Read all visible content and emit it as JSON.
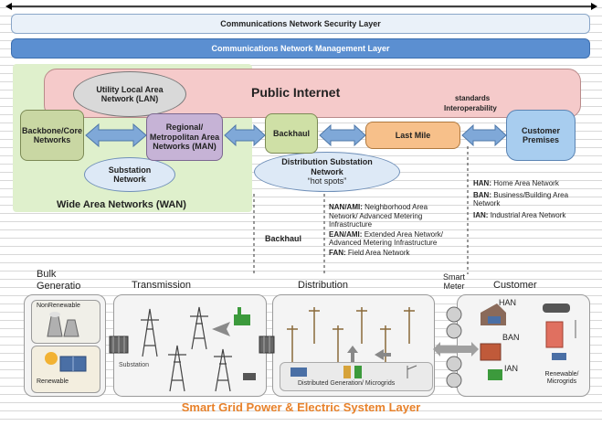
{
  "top_bars": {
    "security": "Communications Network Security Layer",
    "management": "Communications Network Management Layer"
  },
  "network": {
    "public_internet": "Public Internet",
    "standards": "standards",
    "interoperability": "Interoperability",
    "utility_lan": "Utility Local Area Network (LAN)",
    "backbone": "Backbone/Core Networks",
    "regional": "Regional/ Metropolitan Area Networks (MAN)",
    "backhaul_box": "Backhaul",
    "last_mile": "Last Mile",
    "customer_premises": "Customer Premises",
    "substation_network": "Substation Network",
    "distribution_substation": "Distribution Substation Network",
    "hot_spots": "“hot spots”",
    "wan": "Wide Area Networks (WAN)",
    "backhaul_label": "Backhaul"
  },
  "legend_mid": [
    {
      "abbr": "NAN/AMI:",
      "text": "Neighborhood Area Network/ Advanced Metering Infrastructure"
    },
    {
      "abbr": "EAN/AMI:",
      "text": "Extended Area Network/ Advanced Metering Infrastructure"
    },
    {
      "abbr": "FAN:",
      "text": "Field Area Network"
    }
  ],
  "legend_right": [
    {
      "abbr": "HAN:",
      "text": "Home Area Network"
    },
    {
      "abbr": "BAN:",
      "text": "Business/Building Area Network"
    },
    {
      "abbr": "IAN:",
      "text": "Industrial Area Network"
    }
  ],
  "grid": {
    "bulk_generation": "Bulk Generatio",
    "transmission": "Transmission",
    "distribution": "Distribution",
    "smart_meter": "Smart Meter",
    "customer": "Customer",
    "nonrenewable": "NonRenewable",
    "renewable": "Renewable",
    "substation": "Substation",
    "distributed_generation": "Distributed Generation/ Microgrids",
    "han": "HAN",
    "ban": "BAN",
    "ian": "IAN",
    "renewable_microgrids": "Renewable/ Microgrids"
  },
  "footer": "Smart Grid Power & Electric System Layer",
  "colors": {
    "security_bar": "#e6eef8",
    "management_bar": "#5b8fd1",
    "internet": "#f3c9c9",
    "wan_zone": "#dff0cc",
    "backbone": "#c9d7a3",
    "regional": "#c6b3d6",
    "backhaul": "#cfe0a6",
    "last_mile": "#f7c08a",
    "customer": "#a8cdef",
    "arrow": "#7fa8d8",
    "footer": "#e8822b"
  }
}
